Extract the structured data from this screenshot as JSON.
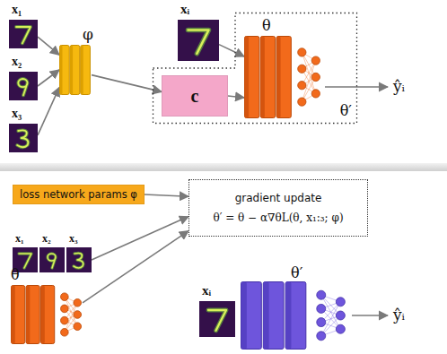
{
  "diagram": {
    "nodes": [
      {
        "text": [
          "x₁"
        ]
      },
      {
        "text": [
          "x₂"
        ]
      },
      {
        "text": [
          "x₃"
        ]
      },
      {
        "text": [
          "φ"
        ]
      },
      {
        "text": [
          "xᵢ"
        ]
      },
      {
        "text": [
          "θ′"
        ]
      },
      {
        "text": [
          "c"
        ],
        "in": 5
      },
      {
        "text": [
          "θ"
        ],
        "in": 5
      },
      {
        "text": [
          "loss network params φ"
        ]
      },
      {
        "text": [
          "x₁"
        ]
      },
      {
        "text": [
          "x₂"
        ]
      },
      {
        "text": [
          "x₃"
        ]
      },
      {
        "text": [
          "θ"
        ]
      },
      {
        "text": [
          "gradient update",
          "θ′ = θ − α∇θL(θ, x₁:₃; φ)"
        ]
      },
      {
        "text": [
          "xᵢ"
        ]
      },
      {
        "text": [
          "θ′"
        ]
      }
    ],
    "edges": [
      {
        "from": 0,
        "to": 3,
        "arrow": "to"
      },
      {
        "from": 1,
        "to": 3,
        "arrow": "to"
      },
      {
        "from": 2,
        "to": 3,
        "arrow": "to"
      },
      {
        "from": 3,
        "to": 6,
        "arrow": "to"
      },
      {
        "from": 4,
        "to": 7,
        "arrow": "to"
      },
      {
        "from": 6,
        "to": 7,
        "arrow": "to"
      },
      {
        "from": 8,
        "to": 13,
        "arrow": "to"
      },
      {
        "from": 11,
        "to": 13,
        "arrow": "to"
      },
      {
        "from": 12,
        "to": 13,
        "arrow": "to"
      }
    ],
    "labels": [
      "ŷᵢ",
      "ŷᵢ"
    ]
  }
}
